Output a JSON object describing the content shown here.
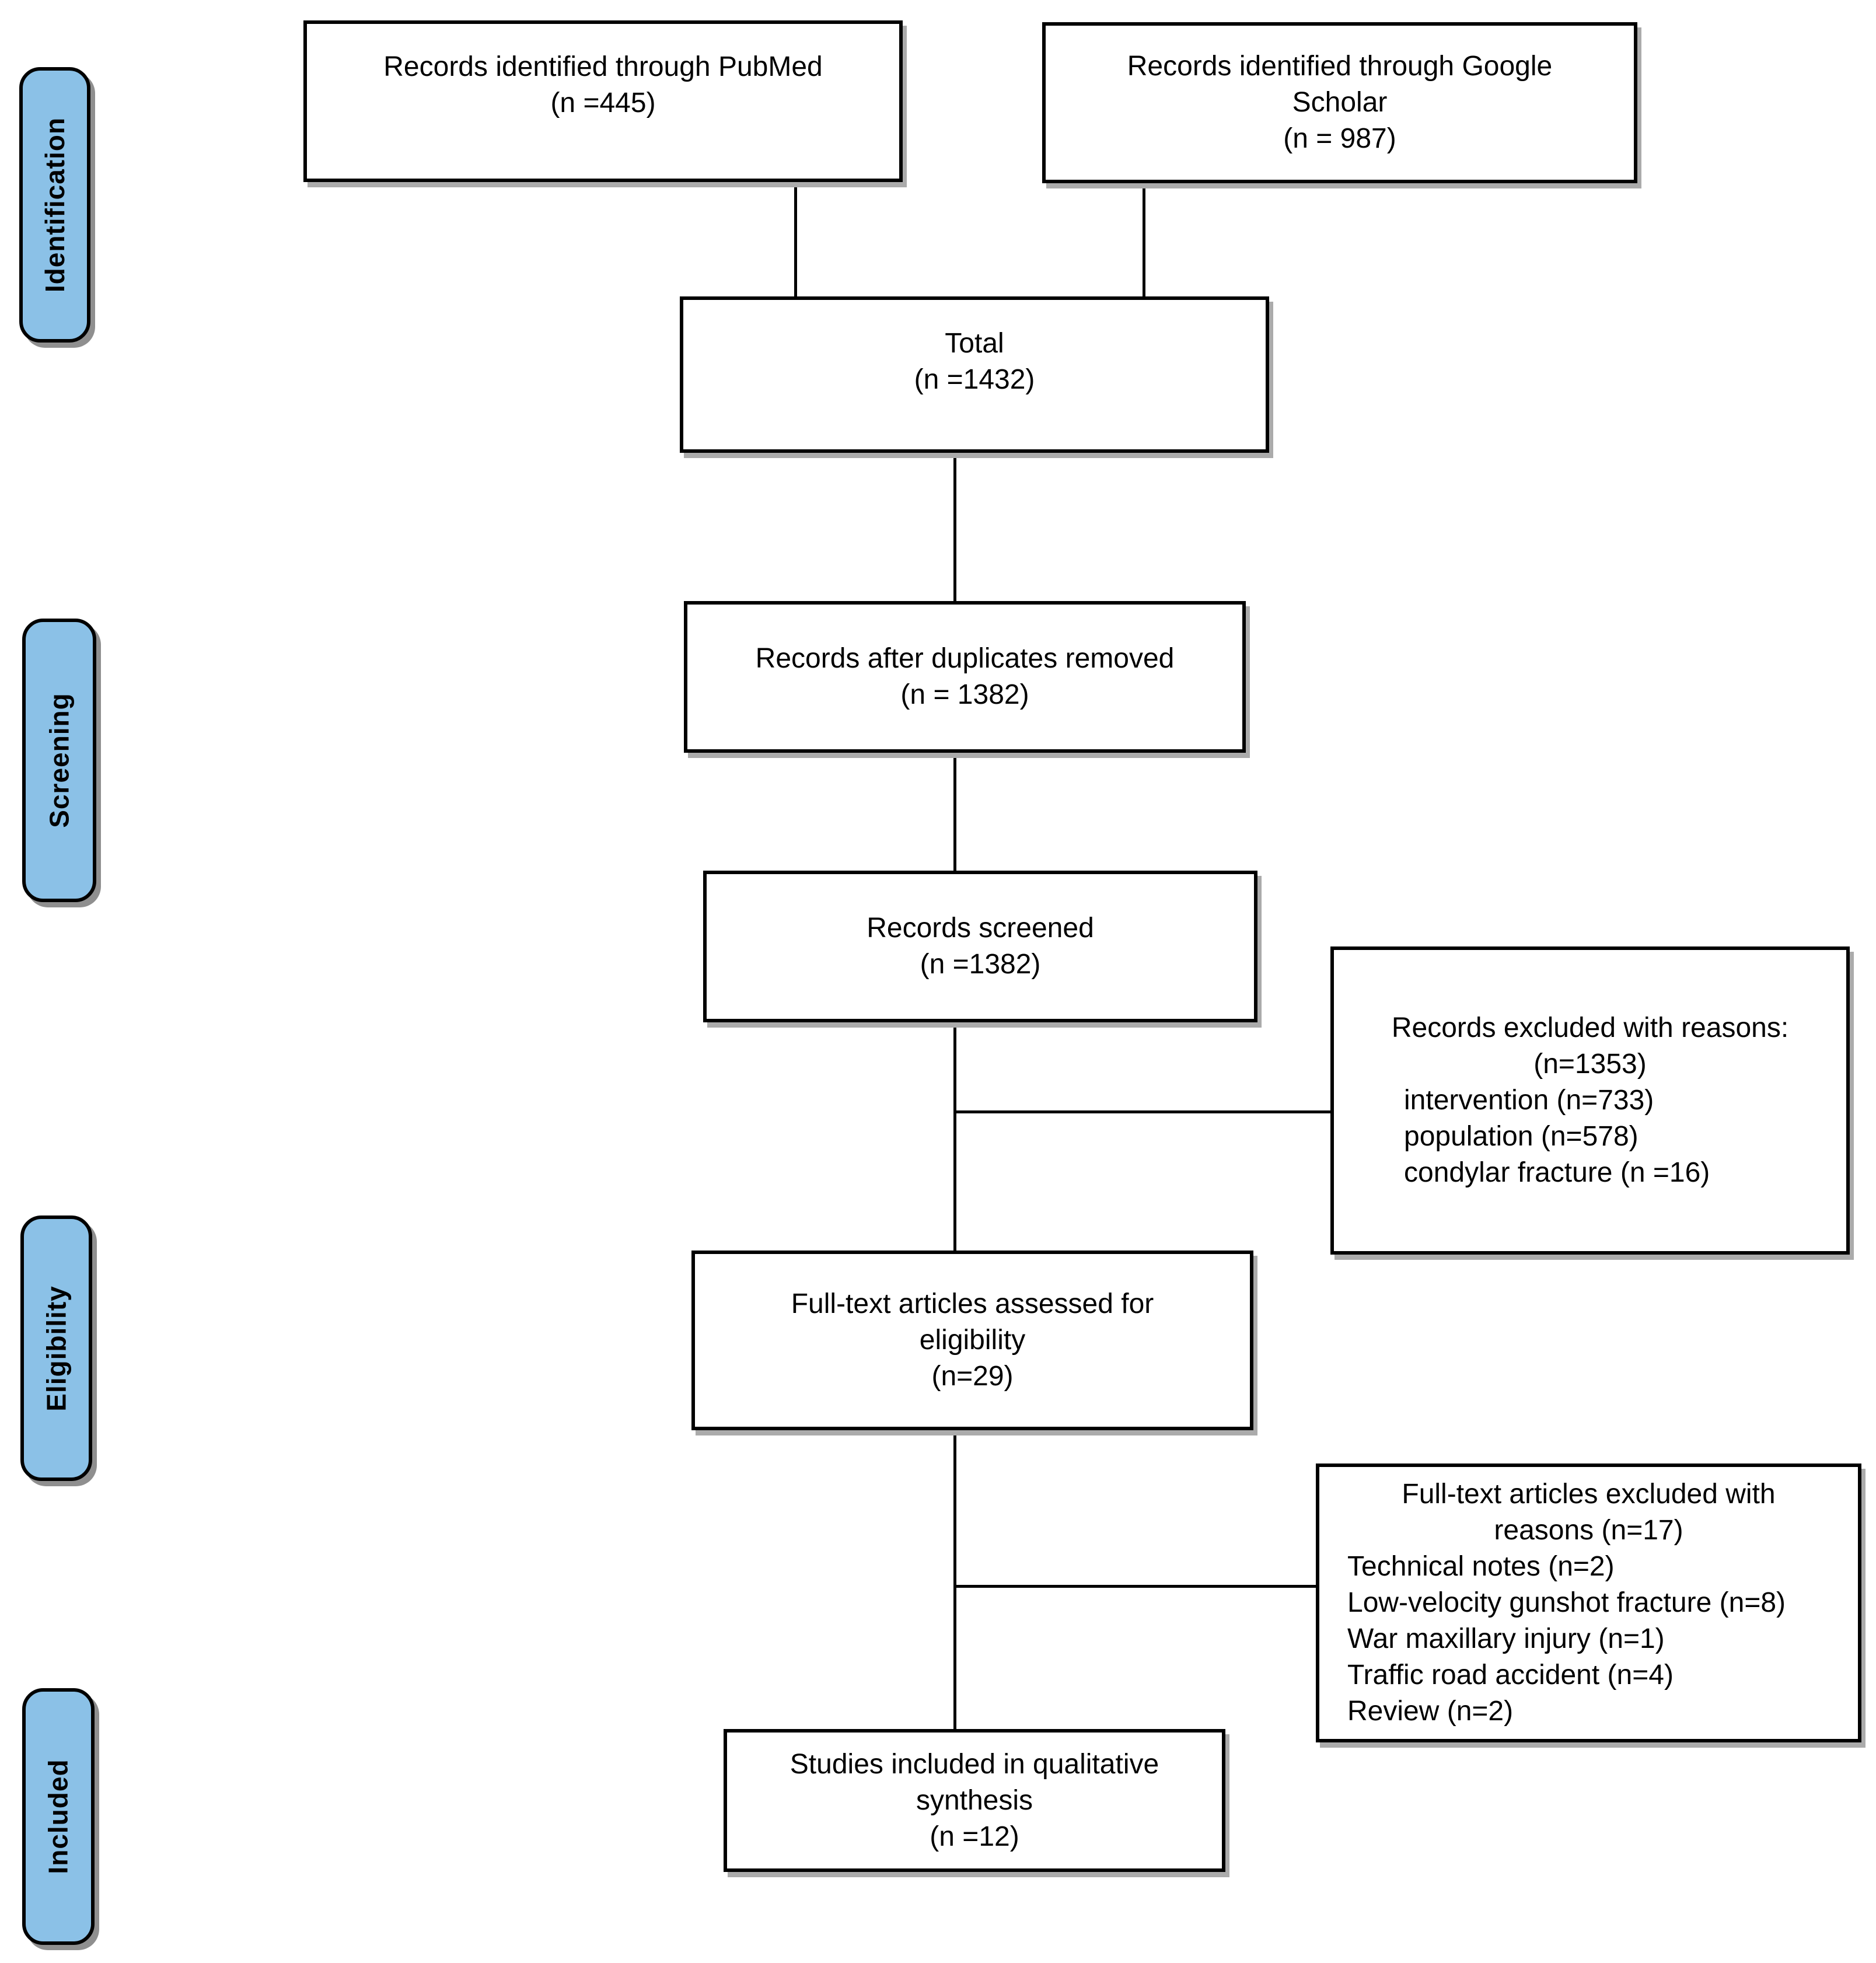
{
  "colors": {
    "stage_fill": "#8BC1E7",
    "box_fill": "#FFFFFF",
    "border": "#000000",
    "shadow": "#ABABAB",
    "text": "#000000"
  },
  "stages": {
    "identification": {
      "label": "Identification"
    },
    "screening": {
      "label": "Screening"
    },
    "eligibility": {
      "label": "Eligibility"
    },
    "included": {
      "label": "Included"
    }
  },
  "boxes": {
    "pubmed": {
      "lines": [
        "Records identified through PubMed",
        "(n =445)"
      ]
    },
    "google_scholar": {
      "lines": [
        "Records identified through Google",
        "Scholar",
        "(n = 987)"
      ]
    },
    "total": {
      "lines": [
        "Total",
        "(n =1432)"
      ]
    },
    "after_duplicates": {
      "lines": [
        "Records after duplicates removed",
        "(n = 1382)"
      ]
    },
    "screened": {
      "lines": [
        "Records screened",
        "(n =1382)"
      ]
    },
    "records_excluded": {
      "heading_lines": [
        "Records excluded with reasons:",
        "(n=1353)"
      ],
      "reasons": [
        "intervention (n=733)",
        "population (n=578)",
        "condylar fracture (n =16)"
      ]
    },
    "fulltext_assessed": {
      "lines": [
        "Full-text articles assessed for",
        "eligibility",
        "(n=29)"
      ]
    },
    "fulltext_excluded": {
      "heading_lines": [
        "Full-text articles excluded with",
        "reasons (n=17)"
      ],
      "reasons": [
        "Technical notes (n=2)",
        "Low-velocity gunshot fracture (n=8)",
        "War maxillary injury (n=1)",
        "Traffic road accident (n=4)",
        "Review (n=2)"
      ]
    },
    "qualitative_synthesis": {
      "lines": [
        "Studies included in qualitative",
        "synthesis",
        "(n =12)"
      ]
    }
  }
}
